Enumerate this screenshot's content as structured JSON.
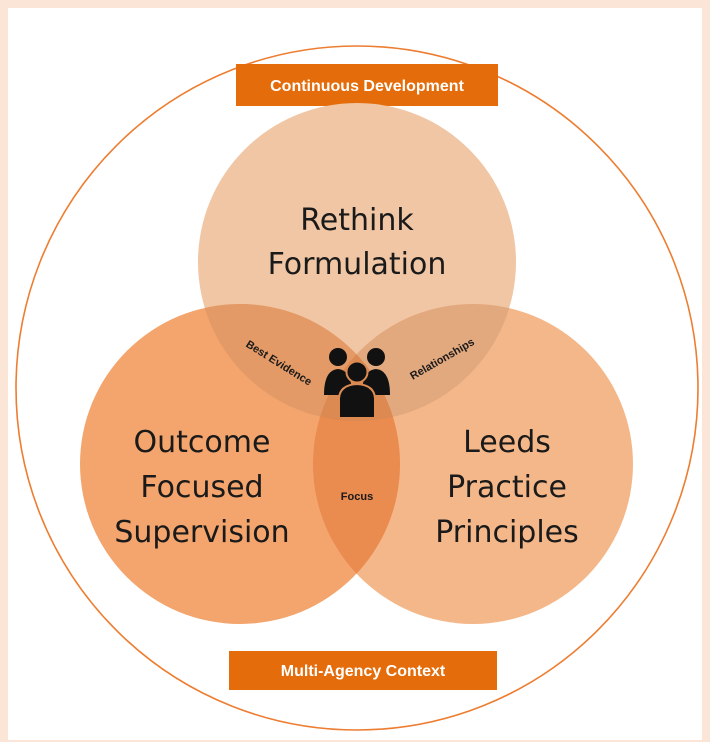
{
  "banners": {
    "top": "Continuous Development",
    "bottom": "Multi-Agency Context"
  },
  "circles": {
    "top": [
      "Rethink",
      "Formulation"
    ],
    "left": [
      "Outcome",
      "Focused",
      "Supervision"
    ],
    "right": [
      "Leeds",
      "Practice",
      "Principles"
    ]
  },
  "overlaps": {
    "top_left": "Best Evidence",
    "top_right": "Relationships",
    "left_right": "Focus"
  },
  "icons": {
    "center": "people-group-icon"
  },
  "colors": {
    "page_background": "#fbe5d6",
    "outer_ring": "#ed7d31",
    "banner": "#e46c0a",
    "circle_top": "#f0c6a4",
    "circle_left": "#f3a56d",
    "circle_right": "#f4b789",
    "overlap_top_left": "#e49a66",
    "overlap_top_right": "#e2a87e",
    "overlap_left_right": "#ea8b4f"
  }
}
